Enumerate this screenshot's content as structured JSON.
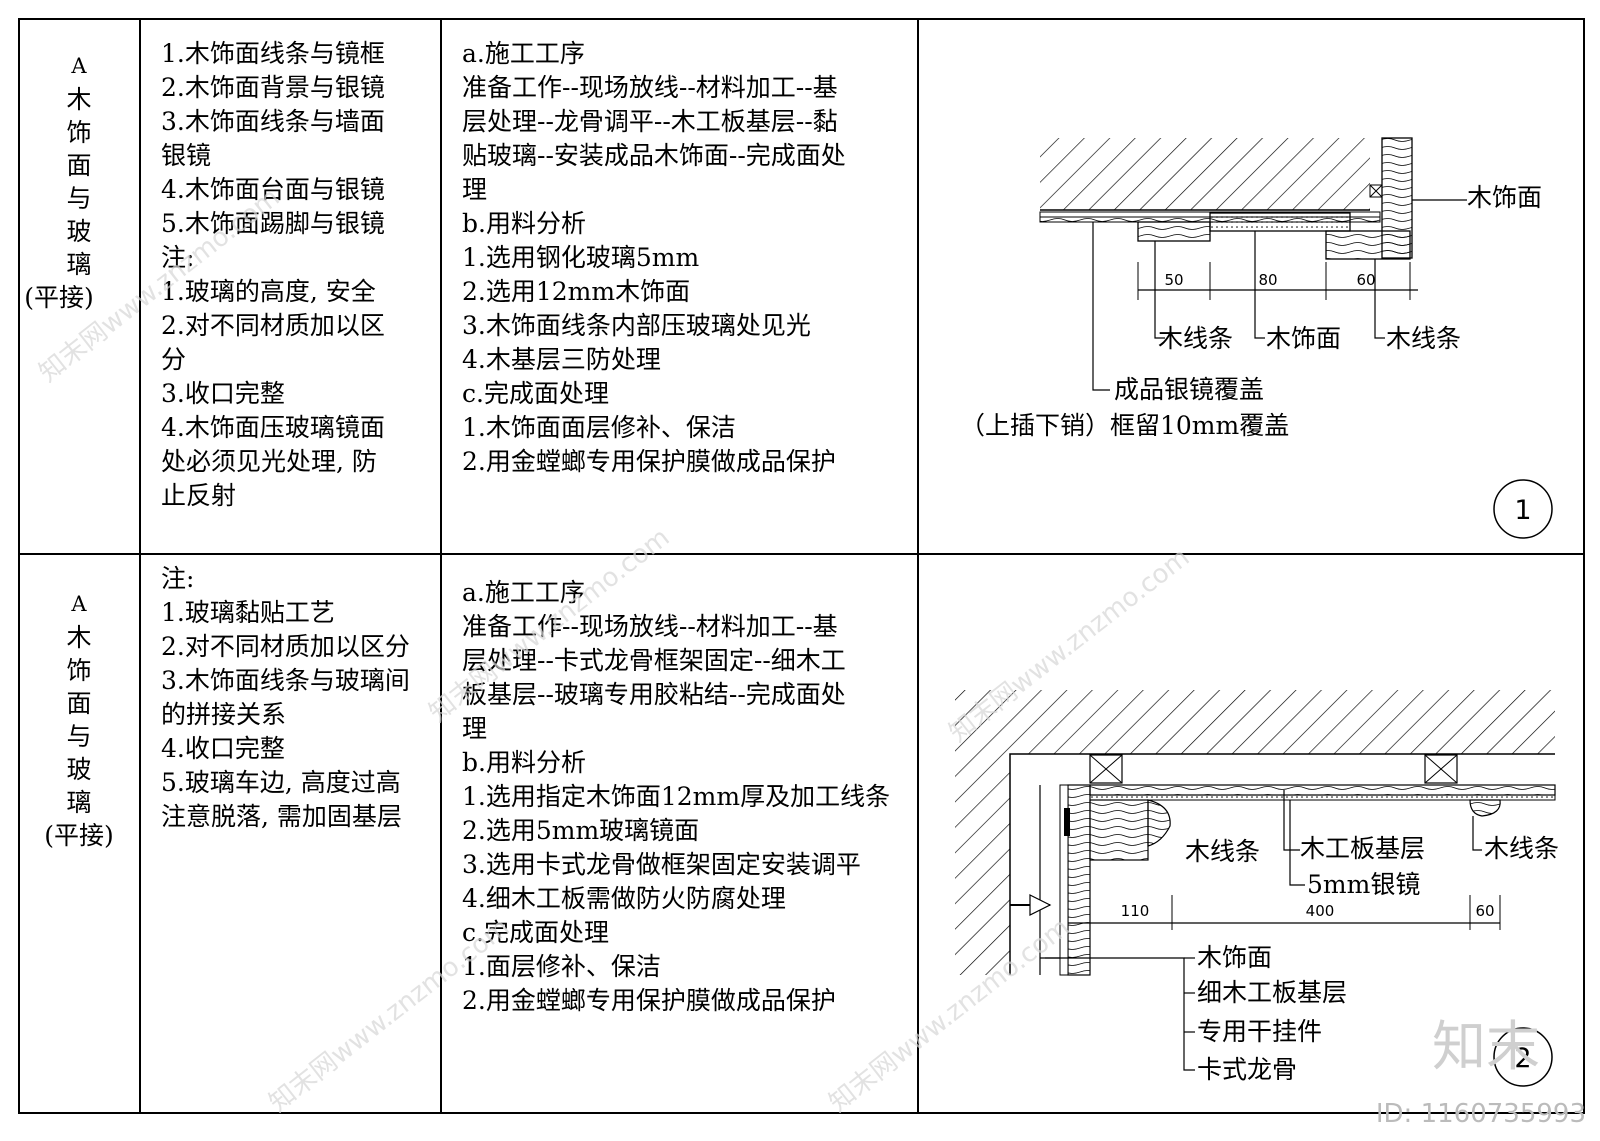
{
  "rows": [
    {
      "category": {
        "letter": "A",
        "chars": [
          "木",
          "饰",
          "面",
          "与",
          "玻",
          "璃"
        ],
        "note": "(平接)"
      },
      "items": [
        "1.木饰面线条与镜框",
        "2.木饰面背景与银镜",
        "3.木饰面线条与墙面",
        "银镜",
        "4.木饰面台面与银镜",
        "5.木饰面踢脚与银镜",
        "注:",
        "1.玻璃的高度, 安全",
        "2.对不同材质加以区",
        "分",
        "3.收口完整",
        "4.木饰面压玻璃镜面",
        "处必须见光处理, 防",
        "止反射"
      ],
      "process": [
        "a.施工工序",
        "准备工作--现场放线--材料加工--基",
        "层处理--龙骨调平--木工板基层--黏",
        "贴玻璃--安装成品木饰面--完成面处",
        "理",
        "b.用料分析",
        "1.选用钢化玻璃5mm",
        "2.选用12mm木饰面",
        "3.木饰面线条内部压玻璃处见光",
        "4.木基层三防处理",
        "c.完成面处理",
        "1.木饰面面层修补、保洁",
        "2.用金螳螂专用保护膜做成品保护"
      ],
      "drawing": {
        "labels": {
          "wood_face": "木饰面",
          "wood_strip_left": "木线条",
          "wood_face_mid": "木饰面",
          "wood_strip_right": "木线条",
          "mirror": "成品银镜覆盖",
          "frame": "（上插下销）框留10mm覆盖"
        },
        "dims": [
          "50",
          "80",
          "60"
        ],
        "number": "1"
      }
    },
    {
      "category": {
        "letter": "A",
        "chars": [
          "木",
          "饰",
          "面",
          "与",
          "玻",
          "璃"
        ],
        "note": "(平接)"
      },
      "items": [
        "注:",
        "1.玻璃黏贴工艺",
        "2.对不同材质加以区分",
        "3.木饰面线条与玻璃间",
        "的拼接关系",
        "4.收口完整",
        "5.玻璃车边, 高度过高",
        "注意脱落, 需加固基层"
      ],
      "process": [
        "a.施工工序",
        "准备工作--现场放线--材料加工--基",
        "层处理--卡式龙骨框架固定--细木工",
        "板基层--玻璃专用胶粘结--完成面处",
        "理",
        "b.用料分析",
        "1.选用指定木饰面12mm厚及加工线条",
        "2.选用5mm玻璃镜面",
        "3.选用卡式龙骨做框架固定安装调平",
        "4.细木工板需做防火防腐处理",
        "c.完成面处理",
        "1.面层修补、保洁",
        "2.用金螳螂专用保护膜做成品保护"
      ],
      "drawing": {
        "labels": {
          "wood_strip_left": "木线条",
          "plywood": "木工板基层",
          "wood_strip_right": "木线条",
          "mirror": "5mm银镜",
          "wood_face": "木饰面",
          "fine_plywood": "细木工板基层",
          "hanger": "专用干挂件",
          "keel": "卡式龙骨"
        },
        "dims": [
          "110",
          "400",
          "60"
        ],
        "number": "2"
      }
    }
  ],
  "watermark": {
    "text": "知末网www.znzmo.com",
    "brand": "知末",
    "id": "ID: 1160735993"
  }
}
